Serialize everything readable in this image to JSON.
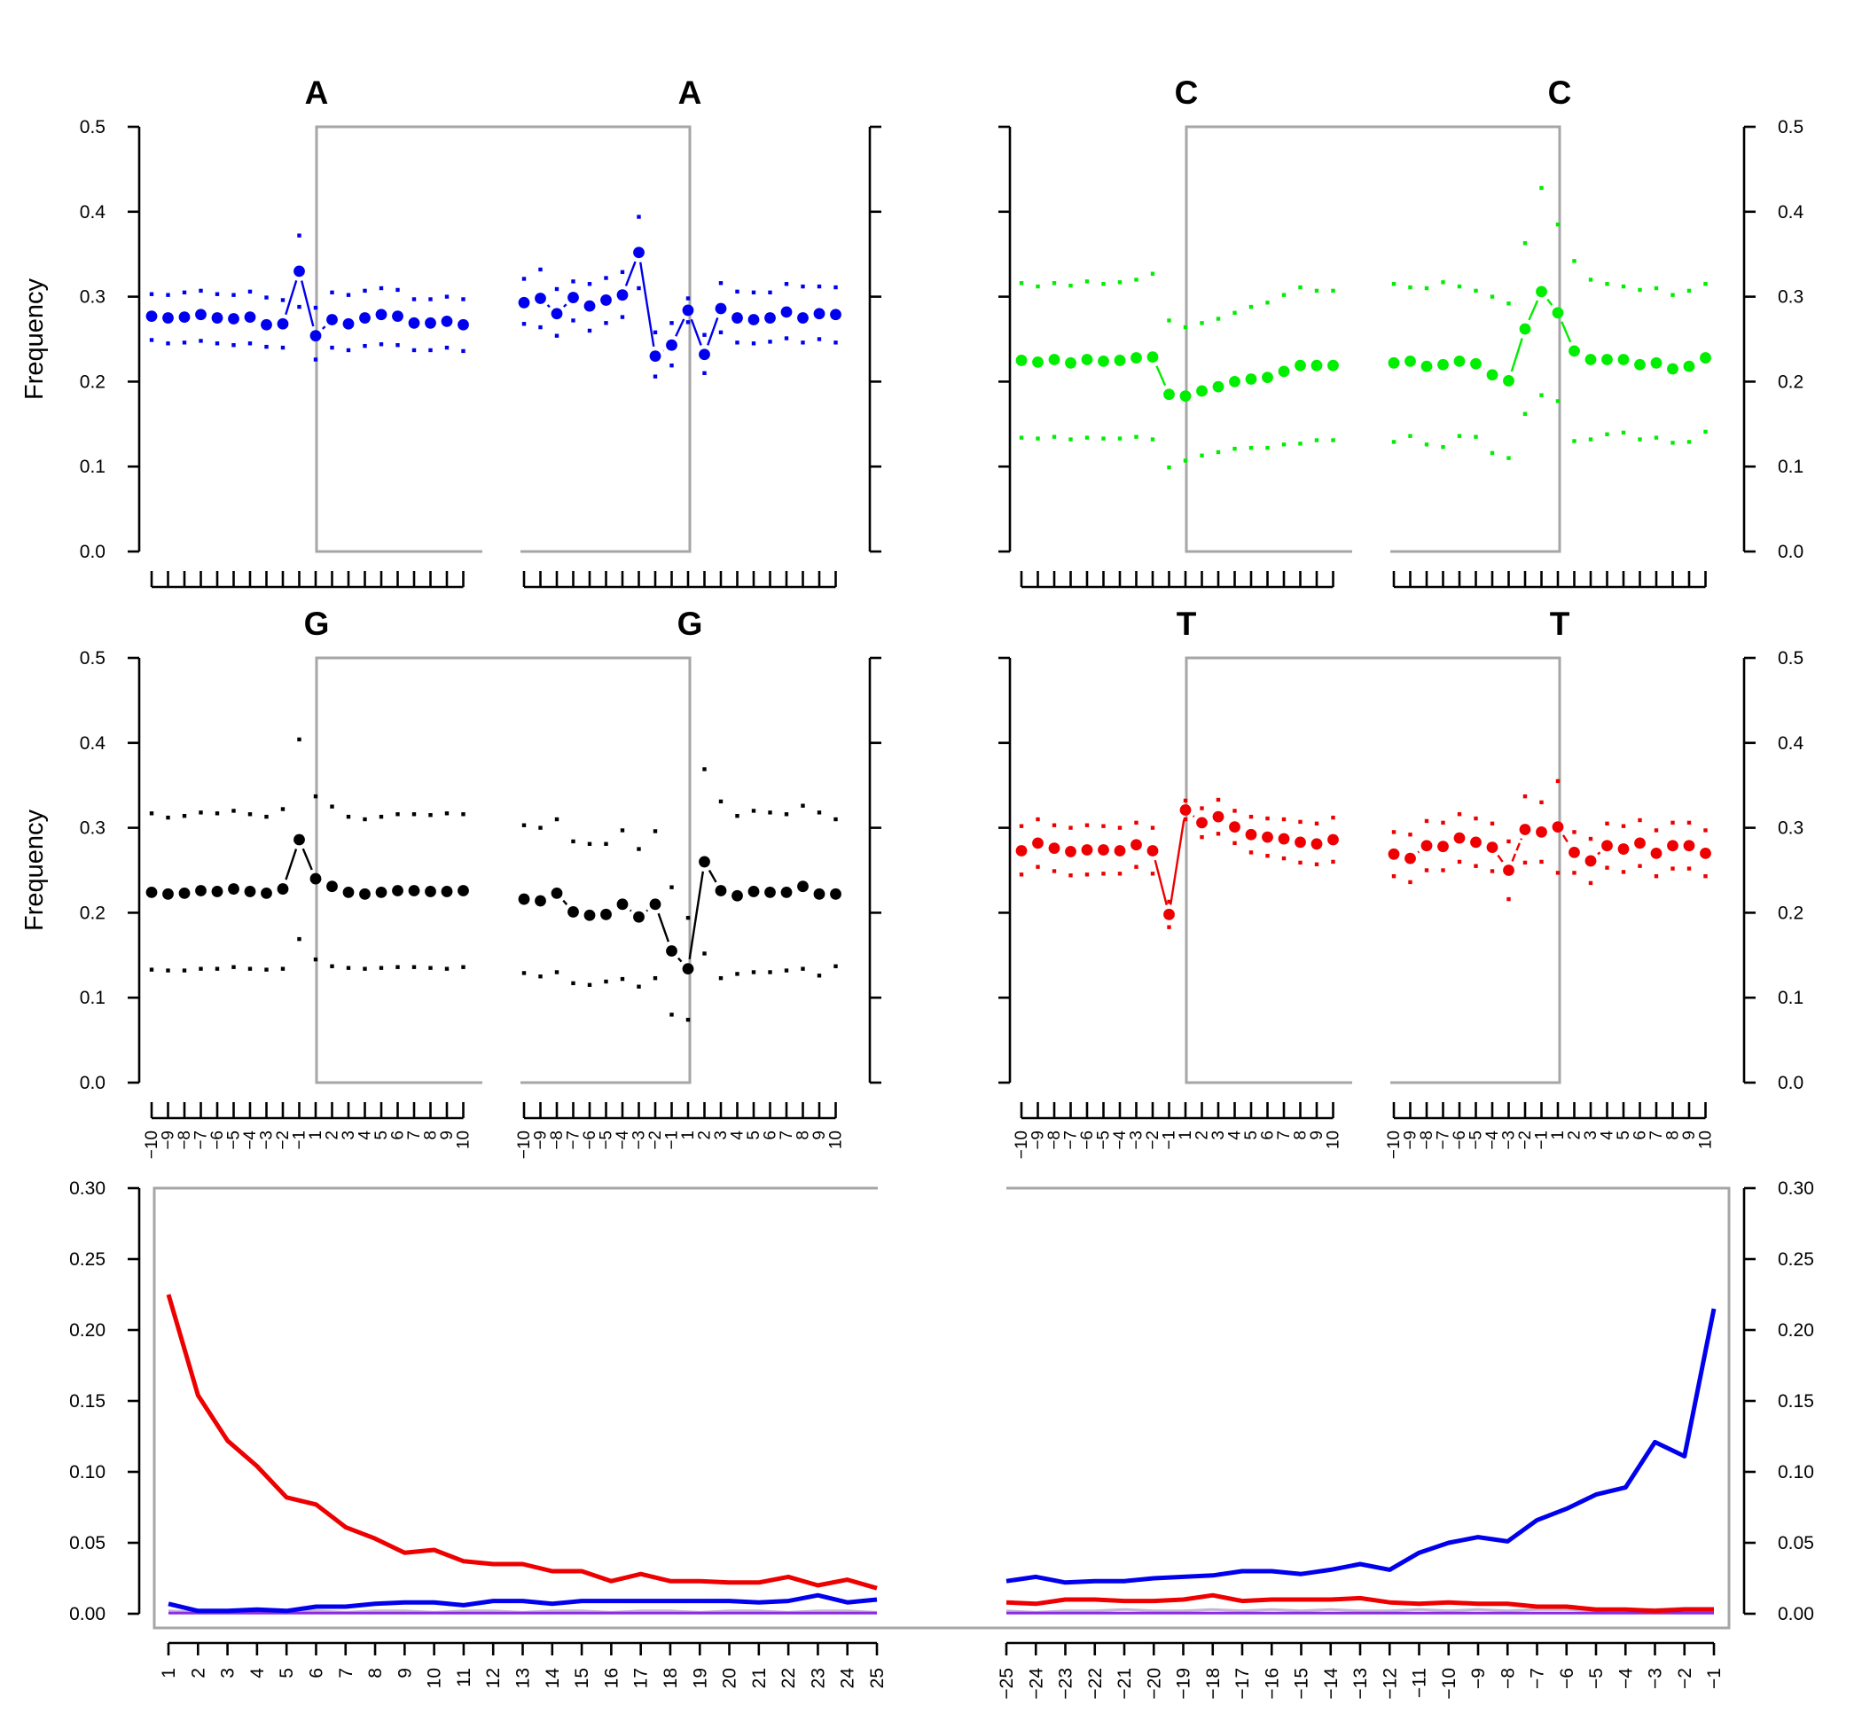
{
  "colors": {
    "A": "#0000ee",
    "C": "#00ee00",
    "G": "#000000",
    "T": "#ee0000",
    "box": "#a6a6a6",
    "bottom_blue": "#0000ee",
    "bottom_red": "#ee0000",
    "bottom_purple": "#8a2be2",
    "bottom_lavender": "#c4b4d8"
  },
  "labels": {
    "y_axis_title": "Frequency"
  },
  "chart_data": [
    {
      "type": "line",
      "panel": "A-left",
      "title": "A",
      "ylabel": "Frequency",
      "ylim": [
        0,
        0.5
      ],
      "yticks": [
        "0.0",
        "0.1",
        "0.2",
        "0.3",
        "0.4",
        "0.5"
      ],
      "categories": [
        "-10",
        "-9",
        "-8",
        "-7",
        "-6",
        "-5",
        "-4",
        "-3",
        "-2",
        "-1",
        "1",
        "2",
        "3",
        "4",
        "5",
        "6",
        "7",
        "8",
        "9",
        "10"
      ],
      "values": [
        0.277,
        0.275,
        0.276,
        0.279,
        0.275,
        0.274,
        0.276,
        0.267,
        0.268,
        0.33,
        0.254,
        0.273,
        0.268,
        0.275,
        0.279,
        0.277,
        0.269,
        0.269,
        0.271,
        0.267
      ],
      "upper": [
        0.303,
        0.302,
        0.305,
        0.307,
        0.303,
        0.302,
        0.306,
        0.299,
        0.296,
        0.372,
        0.287,
        0.305,
        0.302,
        0.307,
        0.31,
        0.308,
        0.297,
        0.297,
        0.3,
        0.297
      ],
      "lower": [
        0.249,
        0.245,
        0.246,
        0.248,
        0.245,
        0.243,
        0.245,
        0.241,
        0.24,
        0.288,
        0.226,
        0.24,
        0.237,
        0.242,
        0.244,
        0.243,
        0.237,
        0.237,
        0.24,
        0.236
      ]
    },
    {
      "type": "line",
      "panel": "A-right",
      "title": "A",
      "ylim": [
        0,
        0.5
      ],
      "categories": [
        "-10",
        "-9",
        "-8",
        "-7",
        "-6",
        "-5",
        "-4",
        "-3",
        "-2",
        "-1",
        "1",
        "2",
        "3",
        "4",
        "5",
        "6",
        "7",
        "8",
        "9",
        "10"
      ],
      "values": [
        0.293,
        0.298,
        0.28,
        0.299,
        0.289,
        0.296,
        0.302,
        0.352,
        0.23,
        0.243,
        0.284,
        0.232,
        0.286,
        0.275,
        0.273,
        0.275,
        0.282,
        0.275,
        0.28,
        0.279
      ],
      "upper": [
        0.321,
        0.332,
        0.309,
        0.318,
        0.315,
        0.322,
        0.329,
        0.394,
        0.258,
        0.269,
        0.298,
        0.255,
        0.316,
        0.306,
        0.305,
        0.305,
        0.315,
        0.312,
        0.312,
        0.311
      ],
      "lower": [
        0.268,
        0.264,
        0.254,
        0.272,
        0.26,
        0.269,
        0.276,
        0.31,
        0.206,
        0.219,
        0.27,
        0.21,
        0.258,
        0.246,
        0.245,
        0.247,
        0.251,
        0.246,
        0.25,
        0.246
      ]
    },
    {
      "type": "line",
      "panel": "C-left",
      "title": "C",
      "ylim": [
        0,
        0.5
      ],
      "categories": [
        "-10",
        "-9",
        "-8",
        "-7",
        "-6",
        "-5",
        "-4",
        "-3",
        "-2",
        "-1",
        "1",
        "2",
        "3",
        "4",
        "5",
        "6",
        "7",
        "8",
        "9",
        "10"
      ],
      "values": [
        0.225,
        0.223,
        0.226,
        0.222,
        0.226,
        0.224,
        0.225,
        0.228,
        0.229,
        0.185,
        0.183,
        0.189,
        0.194,
        0.2,
        0.203,
        0.205,
        0.212,
        0.219,
        0.219,
        0.219
      ],
      "upper": [
        0.316,
        0.312,
        0.316,
        0.313,
        0.318,
        0.315,
        0.317,
        0.32,
        0.327,
        0.272,
        0.264,
        0.269,
        0.274,
        0.281,
        0.288,
        0.293,
        0.302,
        0.311,
        0.307,
        0.307
      ],
      "lower": [
        0.134,
        0.133,
        0.135,
        0.132,
        0.134,
        0.133,
        0.133,
        0.135,
        0.132,
        0.099,
        0.107,
        0.113,
        0.117,
        0.121,
        0.122,
        0.122,
        0.126,
        0.127,
        0.131,
        0.131
      ]
    },
    {
      "type": "line",
      "panel": "C-right",
      "title": "C",
      "ylim": [
        0,
        0.5
      ],
      "categories": [
        "-10",
        "-9",
        "-8",
        "-7",
        "-6",
        "-5",
        "-4",
        "-3",
        "-2",
        "-1",
        "1",
        "2",
        "3",
        "4",
        "5",
        "6",
        "7",
        "8",
        "9",
        "10"
      ],
      "values": [
        0.222,
        0.224,
        0.218,
        0.22,
        0.224,
        0.221,
        0.208,
        0.201,
        0.262,
        0.306,
        0.281,
        0.236,
        0.226,
        0.226,
        0.226,
        0.22,
        0.222,
        0.215,
        0.218,
        0.228
      ],
      "upper": [
        0.315,
        0.311,
        0.31,
        0.317,
        0.312,
        0.307,
        0.3,
        0.292,
        0.363,
        0.428,
        0.385,
        0.342,
        0.32,
        0.315,
        0.312,
        0.308,
        0.31,
        0.302,
        0.307,
        0.315
      ],
      "lower": [
        0.129,
        0.136,
        0.126,
        0.123,
        0.136,
        0.135,
        0.116,
        0.11,
        0.162,
        0.184,
        0.177,
        0.13,
        0.132,
        0.138,
        0.14,
        0.132,
        0.134,
        0.128,
        0.129,
        0.141
      ]
    },
    {
      "type": "line",
      "panel": "G-left",
      "title": "G",
      "ylabel": "Frequency",
      "ylim": [
        0,
        0.5
      ],
      "yticks": [
        "0.0",
        "0.1",
        "0.2",
        "0.3",
        "0.4",
        "0.5"
      ],
      "categories": [
        "-10",
        "-9",
        "-8",
        "-7",
        "-6",
        "-5",
        "-4",
        "-3",
        "-2",
        "-1",
        "1",
        "2",
        "3",
        "4",
        "5",
        "6",
        "7",
        "8",
        "9",
        "10"
      ],
      "values": [
        0.224,
        0.222,
        0.223,
        0.226,
        0.225,
        0.228,
        0.225,
        0.223,
        0.228,
        0.286,
        0.24,
        0.231,
        0.224,
        0.222,
        0.224,
        0.226,
        0.226,
        0.225,
        0.225,
        0.226
      ],
      "upper": [
        0.317,
        0.312,
        0.314,
        0.318,
        0.317,
        0.32,
        0.316,
        0.313,
        0.322,
        0.404,
        0.337,
        0.325,
        0.313,
        0.31,
        0.313,
        0.316,
        0.316,
        0.315,
        0.317,
        0.316
      ],
      "lower": [
        0.133,
        0.132,
        0.132,
        0.134,
        0.134,
        0.136,
        0.134,
        0.133,
        0.134,
        0.169,
        0.145,
        0.137,
        0.135,
        0.134,
        0.135,
        0.136,
        0.136,
        0.135,
        0.134,
        0.136
      ]
    },
    {
      "type": "line",
      "panel": "G-right",
      "title": "G",
      "ylim": [
        0,
        0.5
      ],
      "categories": [
        "-10",
        "-9",
        "-8",
        "-7",
        "-6",
        "-5",
        "-4",
        "-3",
        "-2",
        "-1",
        "1",
        "2",
        "3",
        "4",
        "5",
        "6",
        "7",
        "8",
        "9",
        "10"
      ],
      "values": [
        0.216,
        0.214,
        0.223,
        0.201,
        0.197,
        0.198,
        0.21,
        0.195,
        0.21,
        0.155,
        0.134,
        0.26,
        0.226,
        0.22,
        0.225,
        0.224,
        0.224,
        0.231,
        0.222,
        0.222
      ],
      "upper": [
        0.303,
        0.3,
        0.31,
        0.284,
        0.281,
        0.281,
        0.297,
        0.275,
        0.296,
        0.23,
        0.194,
        0.369,
        0.331,
        0.314,
        0.32,
        0.318,
        0.316,
        0.326,
        0.318,
        0.31
      ],
      "lower": [
        0.129,
        0.125,
        0.13,
        0.117,
        0.115,
        0.119,
        0.122,
        0.113,
        0.123,
        0.08,
        0.074,
        0.152,
        0.123,
        0.128,
        0.13,
        0.13,
        0.132,
        0.134,
        0.126,
        0.137
      ]
    },
    {
      "type": "line",
      "panel": "T-left",
      "title": "T",
      "ylim": [
        0,
        0.5
      ],
      "categories": [
        "-10",
        "-9",
        "-8",
        "-7",
        "-6",
        "-5",
        "-4",
        "-3",
        "-2",
        "-1",
        "1",
        "2",
        "3",
        "4",
        "5",
        "6",
        "7",
        "8",
        "9",
        "10"
      ],
      "values": [
        0.273,
        0.282,
        0.276,
        0.272,
        0.274,
        0.274,
        0.273,
        0.28,
        0.273,
        0.198,
        0.321,
        0.306,
        0.313,
        0.301,
        0.292,
        0.289,
        0.287,
        0.283,
        0.281,
        0.286
      ],
      "upper": [
        0.302,
        0.31,
        0.303,
        0.3,
        0.303,
        0.302,
        0.3,
        0.306,
        0.3,
        0.213,
        0.332,
        0.323,
        0.333,
        0.32,
        0.313,
        0.311,
        0.31,
        0.307,
        0.305,
        0.312
      ],
      "lower": [
        0.245,
        0.254,
        0.249,
        0.244,
        0.245,
        0.246,
        0.246,
        0.254,
        0.246,
        0.183,
        0.31,
        0.289,
        0.293,
        0.282,
        0.271,
        0.267,
        0.264,
        0.259,
        0.257,
        0.26
      ]
    },
    {
      "type": "line",
      "panel": "T-right",
      "title": "T",
      "ylim": [
        0,
        0.5
      ],
      "yticks": [
        "0.0",
        "0.1",
        "0.2",
        "0.3",
        "0.4",
        "0.5"
      ],
      "categories": [
        "-10",
        "-9",
        "-8",
        "-7",
        "-6",
        "-5",
        "-4",
        "-3",
        "-2",
        "-1",
        "1",
        "2",
        "3",
        "4",
        "5",
        "6",
        "7",
        "8",
        "9",
        "10"
      ],
      "values": [
        0.269,
        0.264,
        0.279,
        0.278,
        0.288,
        0.283,
        0.277,
        0.25,
        0.298,
        0.295,
        0.301,
        0.271,
        0.261,
        0.279,
        0.275,
        0.282,
        0.27,
        0.279,
        0.279,
        0.27
      ],
      "upper": [
        0.295,
        0.292,
        0.308,
        0.306,
        0.316,
        0.311,
        0.305,
        0.284,
        0.337,
        0.33,
        0.355,
        0.295,
        0.287,
        0.305,
        0.302,
        0.309,
        0.297,
        0.306,
        0.306,
        0.297
      ],
      "lower": [
        0.243,
        0.236,
        0.25,
        0.25,
        0.26,
        0.255,
        0.249,
        0.216,
        0.259,
        0.26,
        0.247,
        0.247,
        0.235,
        0.253,
        0.248,
        0.255,
        0.243,
        0.252,
        0.252,
        0.243
      ]
    },
    {
      "type": "line",
      "panel": "bottom-left",
      "ylim": [
        0,
        0.3
      ],
      "yticks": [
        "0.00",
        "0.05",
        "0.10",
        "0.15",
        "0.20",
        "0.25",
        "0.30"
      ],
      "categories": [
        "1",
        "2",
        "3",
        "4",
        "5",
        "6",
        "7",
        "8",
        "9",
        "10",
        "11",
        "12",
        "13",
        "14",
        "15",
        "16",
        "17",
        "18",
        "19",
        "20",
        "21",
        "22",
        "23",
        "24",
        "25"
      ],
      "series": [
        {
          "color": "#ee0000",
          "values": [
            0.225,
            0.154,
            0.122,
            0.104,
            0.082,
            0.077,
            0.061,
            0.053,
            0.043,
            0.045,
            0.037,
            0.035,
            0.035,
            0.03,
            0.03,
            0.023,
            0.028,
            0.023,
            0.023,
            0.022,
            0.022,
            0.026,
            0.02,
            0.024,
            0.018
          ]
        },
        {
          "color": "#0000ee",
          "values": [
            0.007,
            0.002,
            0.002,
            0.003,
            0.002,
            0.005,
            0.005,
            0.007,
            0.008,
            0.008,
            0.006,
            0.009,
            0.009,
            0.007,
            0.009,
            0.009,
            0.009,
            0.009,
            0.009,
            0.009,
            0.008,
            0.009,
            0.013,
            0.008,
            0.01
          ]
        },
        {
          "color": "#8a2be2",
          "values": [
            0.0005,
            0.0005,
            0.0005,
            0.0005,
            0.0005,
            0.0005,
            0.0005,
            0.0005,
            0.0005,
            0.0005,
            0.0005,
            0.0005,
            0.0005,
            0.0005,
            0.0005,
            0.0005,
            0.0005,
            0.0005,
            0.0005,
            0.0005,
            0.0005,
            0.0005,
            0.0005,
            0.0005,
            0.0005
          ]
        },
        {
          "color": "#c4b4d8",
          "values": [
            0.002,
            0.001,
            0.002,
            0.002,
            0.001,
            0.002,
            0.001,
            0.002,
            0.002,
            0.001,
            0.002,
            0.002,
            0.001,
            0.002,
            0.002,
            0.001,
            0.002,
            0.002,
            0.001,
            0.002,
            0.002,
            0.001,
            0.002,
            0.002,
            0.001
          ]
        }
      ]
    },
    {
      "type": "line",
      "panel": "bottom-right",
      "ylim": [
        0,
        0.3
      ],
      "yticks": [
        "0.00",
        "0.05",
        "0.10",
        "0.15",
        "0.20",
        "0.25",
        "0.30"
      ],
      "categories": [
        "-25",
        "-24",
        "-23",
        "-22",
        "-21",
        "-20",
        "-19",
        "-18",
        "-17",
        "-16",
        "-15",
        "-14",
        "-13",
        "-12",
        "-11",
        "-10",
        "-9",
        "-8",
        "-7",
        "-6",
        "-5",
        "-4",
        "-3",
        "-2",
        "-1"
      ],
      "series": [
        {
          "color": "#0000ee",
          "values": [
            0.023,
            0.026,
            0.022,
            0.023,
            0.023,
            0.025,
            0.026,
            0.027,
            0.03,
            0.03,
            0.028,
            0.031,
            0.035,
            0.031,
            0.043,
            0.05,
            0.054,
            0.051,
            0.066,
            0.074,
            0.084,
            0.089,
            0.121,
            0.111,
            0.215
          ]
        },
        {
          "color": "#ee0000",
          "values": [
            0.008,
            0.007,
            0.01,
            0.01,
            0.009,
            0.009,
            0.01,
            0.013,
            0.009,
            0.01,
            0.01,
            0.01,
            0.011,
            0.008,
            0.007,
            0.008,
            0.007,
            0.007,
            0.005,
            0.005,
            0.003,
            0.003,
            0.002,
            0.003,
            0.003
          ]
        },
        {
          "color": "#8a2be2",
          "values": [
            0.0005,
            0.0005,
            0.0005,
            0.0005,
            0.0005,
            0.0005,
            0.0005,
            0.0005,
            0.0005,
            0.0005,
            0.0005,
            0.0005,
            0.0005,
            0.0005,
            0.0005,
            0.0005,
            0.0005,
            0.0005,
            0.0005,
            0.0005,
            0.0005,
            0.0005,
            0.0005,
            0.0005,
            0.0005
          ]
        },
        {
          "color": "#c4b4d8",
          "values": [
            0.002,
            0.001,
            0.002,
            0.002,
            0.003,
            0.002,
            0.002,
            0.003,
            0.002,
            0.003,
            0.002,
            0.003,
            0.002,
            0.002,
            0.003,
            0.002,
            0.003,
            0.002,
            0.003,
            0.003,
            0.002,
            0.003,
            0.003,
            0.004,
            0.004
          ]
        }
      ]
    }
  ]
}
